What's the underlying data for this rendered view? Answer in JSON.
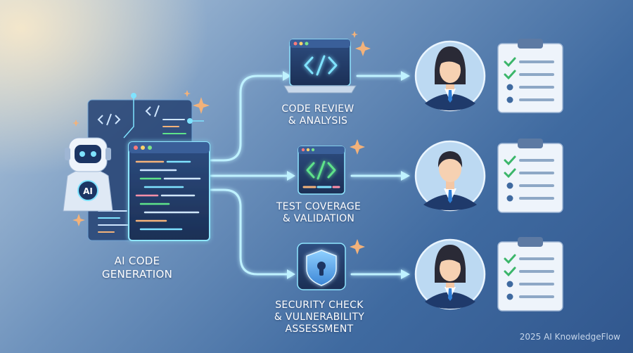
{
  "nodes": {
    "generation": {
      "line1": "AI CODE",
      "line2": "GENERATION",
      "badge": "AI"
    },
    "review": {
      "line1": "CODE REVIEW",
      "line2": "& ANALYSIS"
    },
    "test": {
      "line1": "TEST COVERAGE",
      "line2": "& VALIDATION"
    },
    "security": {
      "line1": "SECURITY CHECK",
      "line2": "& VULNERABILITY",
      "line3": "ASSESSMENT"
    }
  },
  "footer": "2025 AI KnowledgeFlow",
  "colors": {
    "accent": "#7fe3ff",
    "code_green": "#5ee38a",
    "sparkle": "#f3b27a",
    "avatar_bg": "#bcd9f2"
  },
  "icons": [
    "robot-icon",
    "code-icon",
    "shield-lock-icon",
    "person-icon",
    "checklist-icon",
    "sparkle-icon"
  ]
}
